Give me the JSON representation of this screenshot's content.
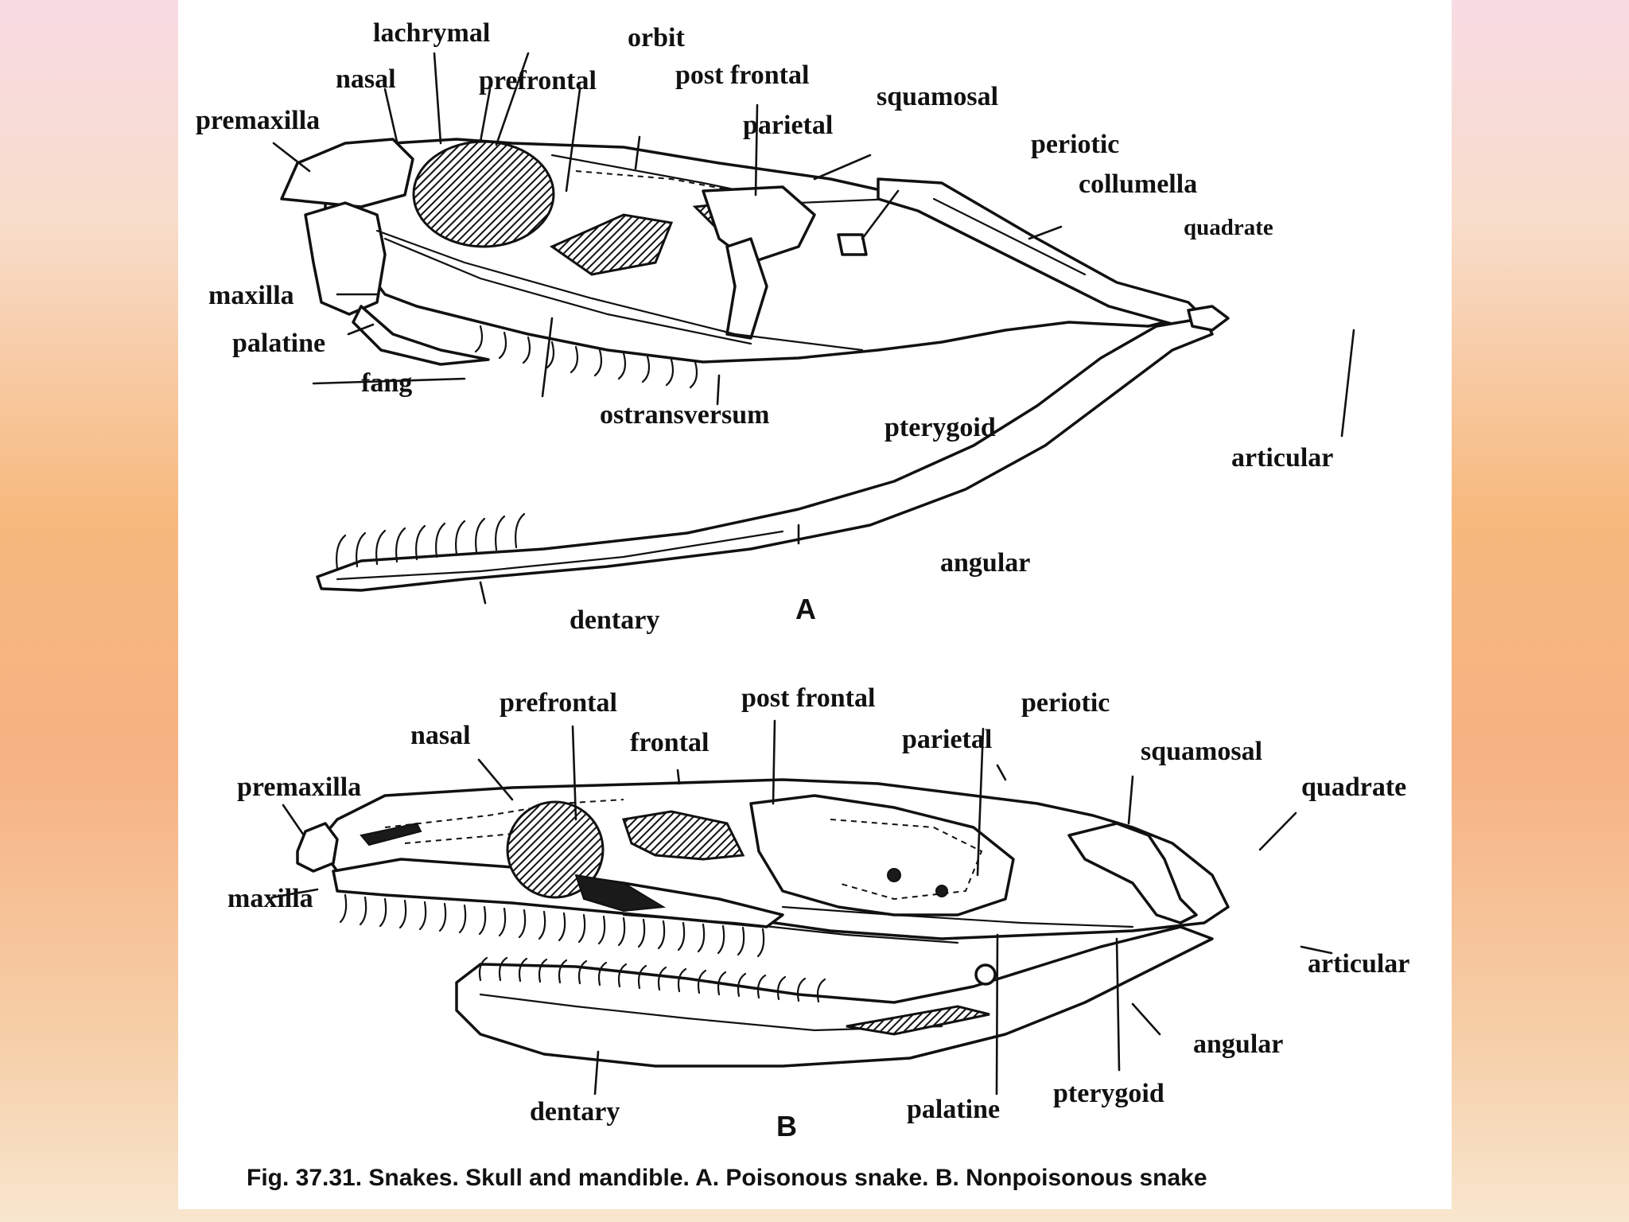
{
  "figure": {
    "caption": "Fig. 37.31. Snakes. Skull and mandible. A. Poisonous snake. B. Nonpoisonous snake",
    "panel_a": {
      "letter": "A",
      "labels": {
        "lachrymal": "lachrymal",
        "orbit": "orbit",
        "nasal": "nasal",
        "prefrontal": "prefrontal",
        "post_frontal": "post frontal",
        "squamosal": "squamosal",
        "premaxilla": "premaxilla",
        "parietal": "parietal",
        "periotic": "periotic",
        "collumella": "collumella",
        "quadrate": "quadrate",
        "maxilla": "maxilla",
        "palatine": "palatine",
        "fang": "fang",
        "ostransversum": "ostransversum",
        "pterygoid": "pterygoid",
        "articular": "articular",
        "angular": "angular",
        "dentary": "dentary"
      }
    },
    "panel_b": {
      "letter": "B",
      "labels": {
        "prefrontal": "prefrontal",
        "post_frontal": "post frontal",
        "periotic": "periotic",
        "nasal": "nasal",
        "frontal": "frontal",
        "parietal": "parietal",
        "squamosal": "squamosal",
        "premaxilla": "premaxilla",
        "quadrate": "quadrate",
        "maxilla": "maxilla",
        "articular": "articular",
        "angular": "angular",
        "dentary": "dentary",
        "palatine": "palatine",
        "pterygoid": "pterygoid"
      }
    }
  }
}
